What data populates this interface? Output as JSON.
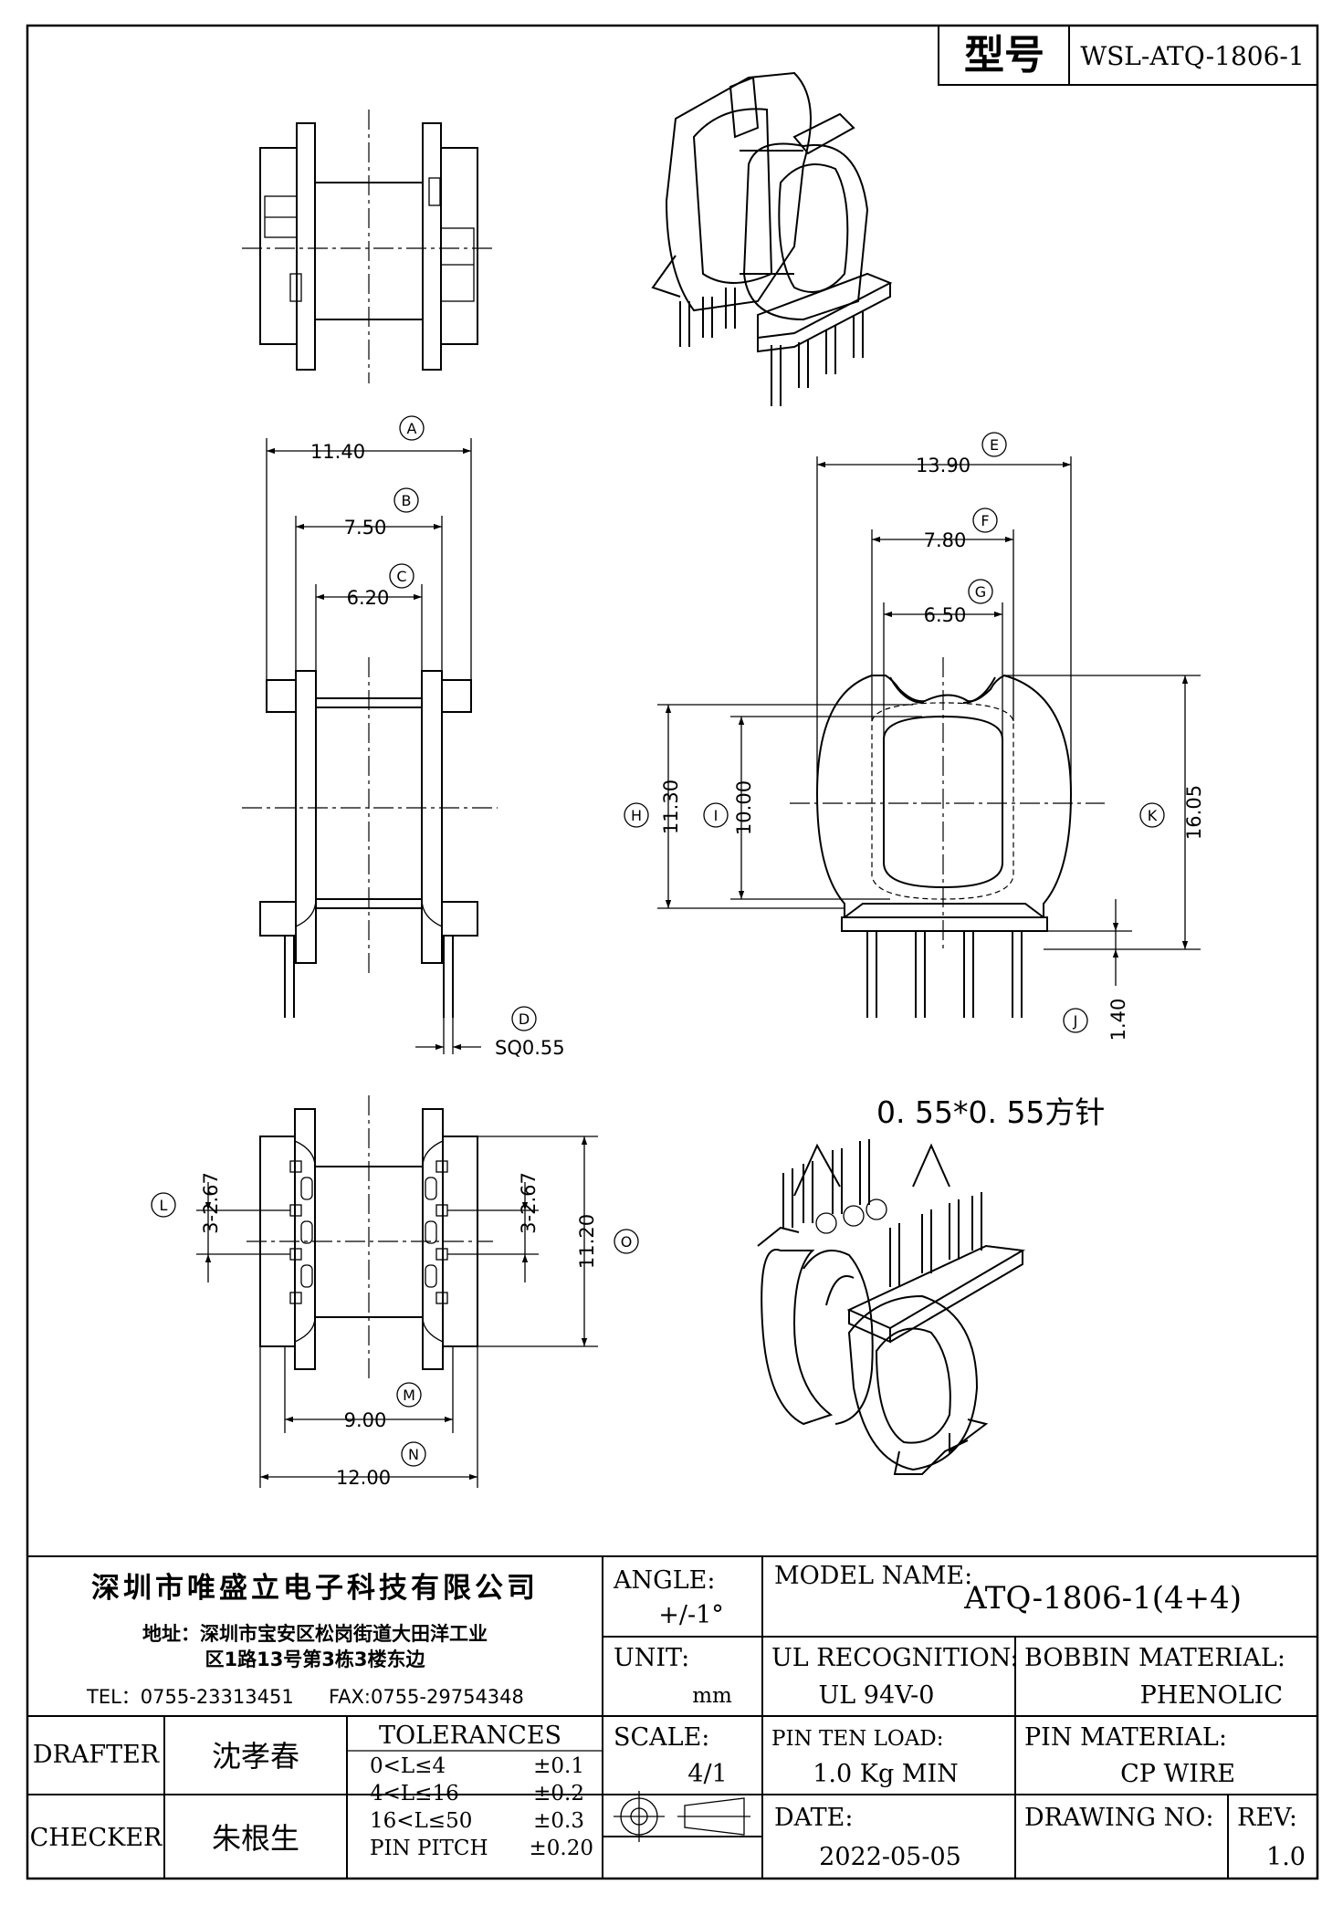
{
  "model_label": "型号",
  "model_number": "WSL-ATQ-1806-1",
  "pin_note": "0. 55*0. 55方针",
  "dims": {
    "A": {
      "letter": "A",
      "value": "11.40"
    },
    "B": {
      "letter": "B",
      "value": "7.50"
    },
    "C": {
      "letter": "C",
      "value": "6.20"
    },
    "D": {
      "letter": "D",
      "value": "SQ0.55"
    },
    "E": {
      "letter": "E",
      "value": "13.90"
    },
    "F": {
      "letter": "F",
      "value": "7.80"
    },
    "G": {
      "letter": "G",
      "value": "6.50"
    },
    "H": {
      "letter": "H",
      "value": "11.30"
    },
    "I": {
      "letter": "I",
      "value": "10.00"
    },
    "K": {
      "letter": "K",
      "value": "16.05"
    },
    "J": {
      "letter": "J",
      "value": "1.40"
    },
    "L": {
      "letter": "L",
      "value": "3-2.67"
    },
    "L2": {
      "value": "3-2.67"
    },
    "O": {
      "letter": "O",
      "value": "11.20"
    },
    "M": {
      "letter": "M",
      "value": "9.00"
    },
    "N": {
      "letter": "N",
      "value": "12.00"
    }
  },
  "title_block": {
    "company": "深圳市唯盛立电子科技有限公司",
    "address_line1": "地址：深圳市宝安区松岗街道大田洋工业",
    "address_line2": "区1路13号第3栋3楼东边",
    "tel": "TEL：0755-23313451",
    "fax": "FAX:0755-29754348",
    "angle_label": "ANGLE:",
    "angle_value": "+/-1°",
    "model_name_label": "MODEL NAME:",
    "model_name_value": "ATQ-1806-1(4+4)",
    "unit_label": "UNIT:",
    "unit_value": "mm",
    "ul_label": "UL RECOGNITION:",
    "ul_value": "UL 94V-0",
    "bobbin_label": "BOBBIN MATERIAL:",
    "bobbin_value": "PHENOLIC",
    "drafter_label": "DRAFTER",
    "drafter_name": "沈孝春",
    "checker_label": "CHECKER",
    "checker_name": "朱根生",
    "tolerances_label": "TOLERANCES",
    "tolerances": [
      {
        "range": "0<L≤4",
        "value": "±0.1"
      },
      {
        "range": "4<L≤16",
        "value": "±0.2"
      },
      {
        "range": "16<L≤50",
        "value": "±0.3"
      },
      {
        "range": "PIN PITCH",
        "value": "±0.20"
      }
    ],
    "scale_label": "SCALE:",
    "scale_value": "4/1",
    "pin_load_label": "PIN TEN LOAD:",
    "pin_load_value": "1.0 Kg MIN",
    "pin_material_label": "PIN MATERIAL:",
    "pin_material_value": "CP WIRE",
    "date_label": "DATE:",
    "date_value": "2022-05-05",
    "drawing_no_label": "DRAWING NO:",
    "drawing_no_value": "",
    "rev_label": "REV:",
    "rev_value": "1.0"
  }
}
